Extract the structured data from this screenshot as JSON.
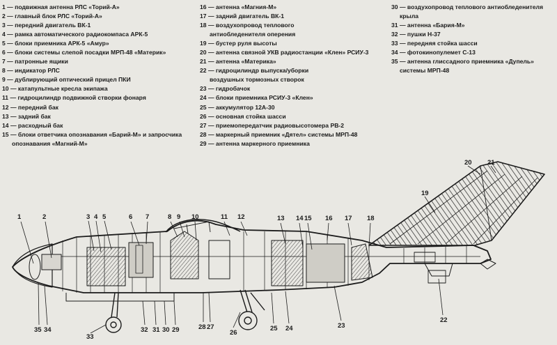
{
  "legend": {
    "col1": [
      {
        "n": "1",
        "t": "— подвижная антенна РЛС «Торий-А»"
      },
      {
        "n": "2",
        "t": "— главный блок РЛС «Торий-А»"
      },
      {
        "n": "3",
        "t": "— передний двигатель ВК-1"
      },
      {
        "n": "4",
        "t": "— рамка автоматического радиокомпаса АРК-5"
      },
      {
        "n": "5",
        "t": "— блоки приемника АРК-5 «Амур»"
      },
      {
        "n": "6",
        "t": "— блоки системы слепой посадки МРП-48 «Материк»"
      },
      {
        "n": "7",
        "t": "— патронные ящики"
      },
      {
        "n": "8",
        "t": "— индикатор РЛС"
      },
      {
        "n": "9",
        "t": "— дублирующий оптический прицел ПКИ"
      },
      {
        "n": "10",
        "t": "— катапультные кресла экипажа"
      },
      {
        "n": "11",
        "t": "— гидроцилиндр подвижной створки фонаря"
      },
      {
        "n": "12",
        "t": "— передний бак"
      },
      {
        "n": "13",
        "t": "— задний бак"
      },
      {
        "n": "14",
        "t": "— расходный бак"
      },
      {
        "n": "15",
        "t": "— блоки ответчика опознавания «Барий-М» и запросчика"
      }
    ],
    "col1_cont": "опознавания «Магний-М»",
    "col2": [
      {
        "n": "16",
        "t": "— антенна «Магния-М»"
      },
      {
        "n": "17",
        "t": "— задний двигатель ВК-1"
      },
      {
        "n": "18",
        "t": "— воздухопровод теплового"
      }
    ],
    "col2_18b": "антиобледенителя оперения",
    "col2b": [
      {
        "n": "19",
        "t": "— бустер руля высоты"
      },
      {
        "n": "20",
        "t": "— антенна связной УКВ радиостанции «Клен» РСИУ-3"
      },
      {
        "n": "21",
        "t": "— антенна «Материка»"
      },
      {
        "n": "22",
        "t": "— гидроцилиндр выпуска/уборки"
      }
    ],
    "col2_22b": "воздушных тормозных створок",
    "col2c": [
      {
        "n": "23",
        "t": "— гидробачок"
      },
      {
        "n": "24",
        "t": "— блоки приемника РСИУ-3 «Клен»"
      },
      {
        "n": "25",
        "t": "— аккумулятор 12А-30"
      },
      {
        "n": "26",
        "t": "— основная стойка шасси"
      },
      {
        "n": "27",
        "t": "— приемопередатчик радиовысотомера РВ-2"
      },
      {
        "n": "28",
        "t": "— маркерный приемник «Дятел» системы МРП-48"
      },
      {
        "n": "29",
        "t": "— антенна маркерного приемника"
      }
    ],
    "col3": [
      {
        "n": "30",
        "t": "— воздухопровод теплового антиобледенителя крыла"
      },
      {
        "n": "31",
        "t": "— антенна «Бария-М»"
      },
      {
        "n": "32",
        "t": "— пушки Н-37"
      },
      {
        "n": "33",
        "t": "— передняя стойка шасси"
      },
      {
        "n": "34",
        "t": "— фотокинопулемет С-13"
      },
      {
        "n": "35",
        "t": "— антенна глиссадного приемника «Дупель» системы МРП-48"
      }
    ]
  },
  "callouts": [
    "1",
    "2",
    "3",
    "4",
    "5",
    "6",
    "7",
    "8",
    "9",
    "10",
    "11",
    "12",
    "13",
    "14",
    "15",
    "16",
    "17",
    "18",
    "19",
    "20",
    "21",
    "22",
    "23",
    "24",
    "25",
    "26",
    "27",
    "28",
    "29",
    "30",
    "31",
    "32",
    "33",
    "34",
    "35"
  ],
  "colors": {
    "paper": "#e9e8e3",
    "ink": "#1b1b1b"
  }
}
